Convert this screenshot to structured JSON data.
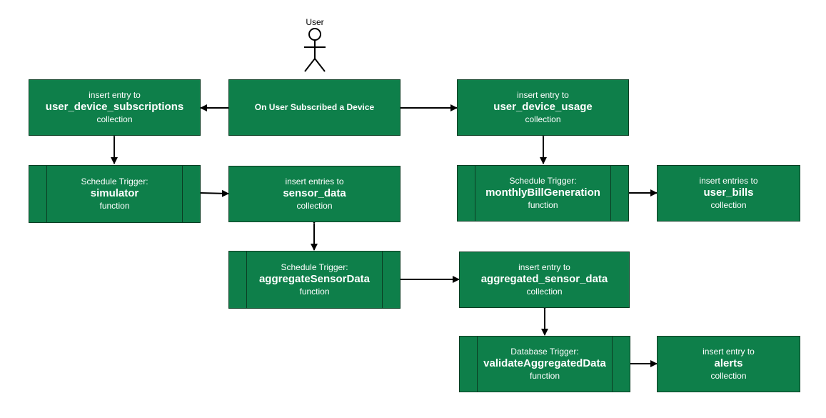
{
  "actor": {
    "label": "User"
  },
  "nodes": {
    "on_subscribe": {
      "label": "On User Subscribed a Device"
    },
    "uds": {
      "top": "insert entry to",
      "name": "user_device_subscriptions",
      "bottom": "collection"
    },
    "udu": {
      "top": "insert entry to",
      "name": "user_device_usage",
      "bottom": "collection"
    },
    "simulator": {
      "top": "Schedule Trigger:",
      "name": "simulator",
      "bottom": "function"
    },
    "sensor_data": {
      "top": "insert entries to",
      "name": "sensor_data",
      "bottom": "collection"
    },
    "monthly": {
      "top": "Schedule Trigger:",
      "name": "monthlyBillGeneration",
      "bottom": "function"
    },
    "user_bills": {
      "top": "insert entries to",
      "name": "user_bills",
      "bottom": "collection"
    },
    "aggregate": {
      "top": "Schedule Trigger:",
      "name": "aggregateSensorData",
      "bottom": "function"
    },
    "agg_data": {
      "top": "insert entry to",
      "name": "aggregated_sensor_data",
      "bottom": "collection"
    },
    "validate": {
      "top": "Database Trigger:",
      "name": "validateAggregatedData",
      "bottom": "function"
    },
    "alerts": {
      "top": "insert entry to",
      "name": "alerts",
      "bottom": "collection"
    }
  },
  "colors": {
    "node_fill": "#0e7f4a",
    "node_border": "#0b3d23",
    "text": "#ffffff",
    "line": "#000000"
  }
}
